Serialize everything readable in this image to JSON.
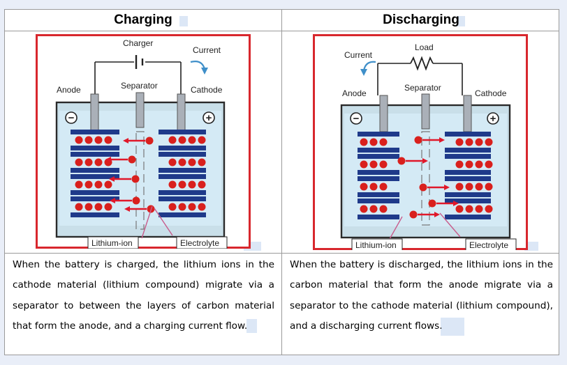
{
  "columns": [
    {
      "header": "Charging",
      "labels": {
        "source": "Charger",
        "current": "Current",
        "anode": "Anode",
        "separator": "Separator",
        "cathode": "Cathode",
        "ion": "Lithium-ion",
        "electrolyte": "Electrolyte",
        "minus": "−",
        "plus": "+"
      },
      "description": "When the battery is charged, the lithium ions in the cathode material (lithium compound) migrate via a separator to between the layers of carbon material that form the anode, and a charging current flow."
    },
    {
      "header": "Discharging",
      "labels": {
        "source": "Load",
        "current": "Current",
        "anode": "Anode",
        "separator": "Separator",
        "cathode": "Cathode",
        "ion": "Lithium-ion",
        "electrolyte": "Electrolyte",
        "minus": "−",
        "plus": "+"
      },
      "description": "When the battery is discharged, the lithium ions in the carbon material that form the anode migrate via a separator to the cathode material (lithium compound), and a discharging current flows."
    }
  ],
  "colors": {
    "frame": "#d8272d",
    "cell_fill": "#cfe6f2",
    "electrode": "#1f3a8a",
    "ion": "#d9201d",
    "arrow": "#e0182a",
    "cell_border": "#2a2a2a"
  }
}
